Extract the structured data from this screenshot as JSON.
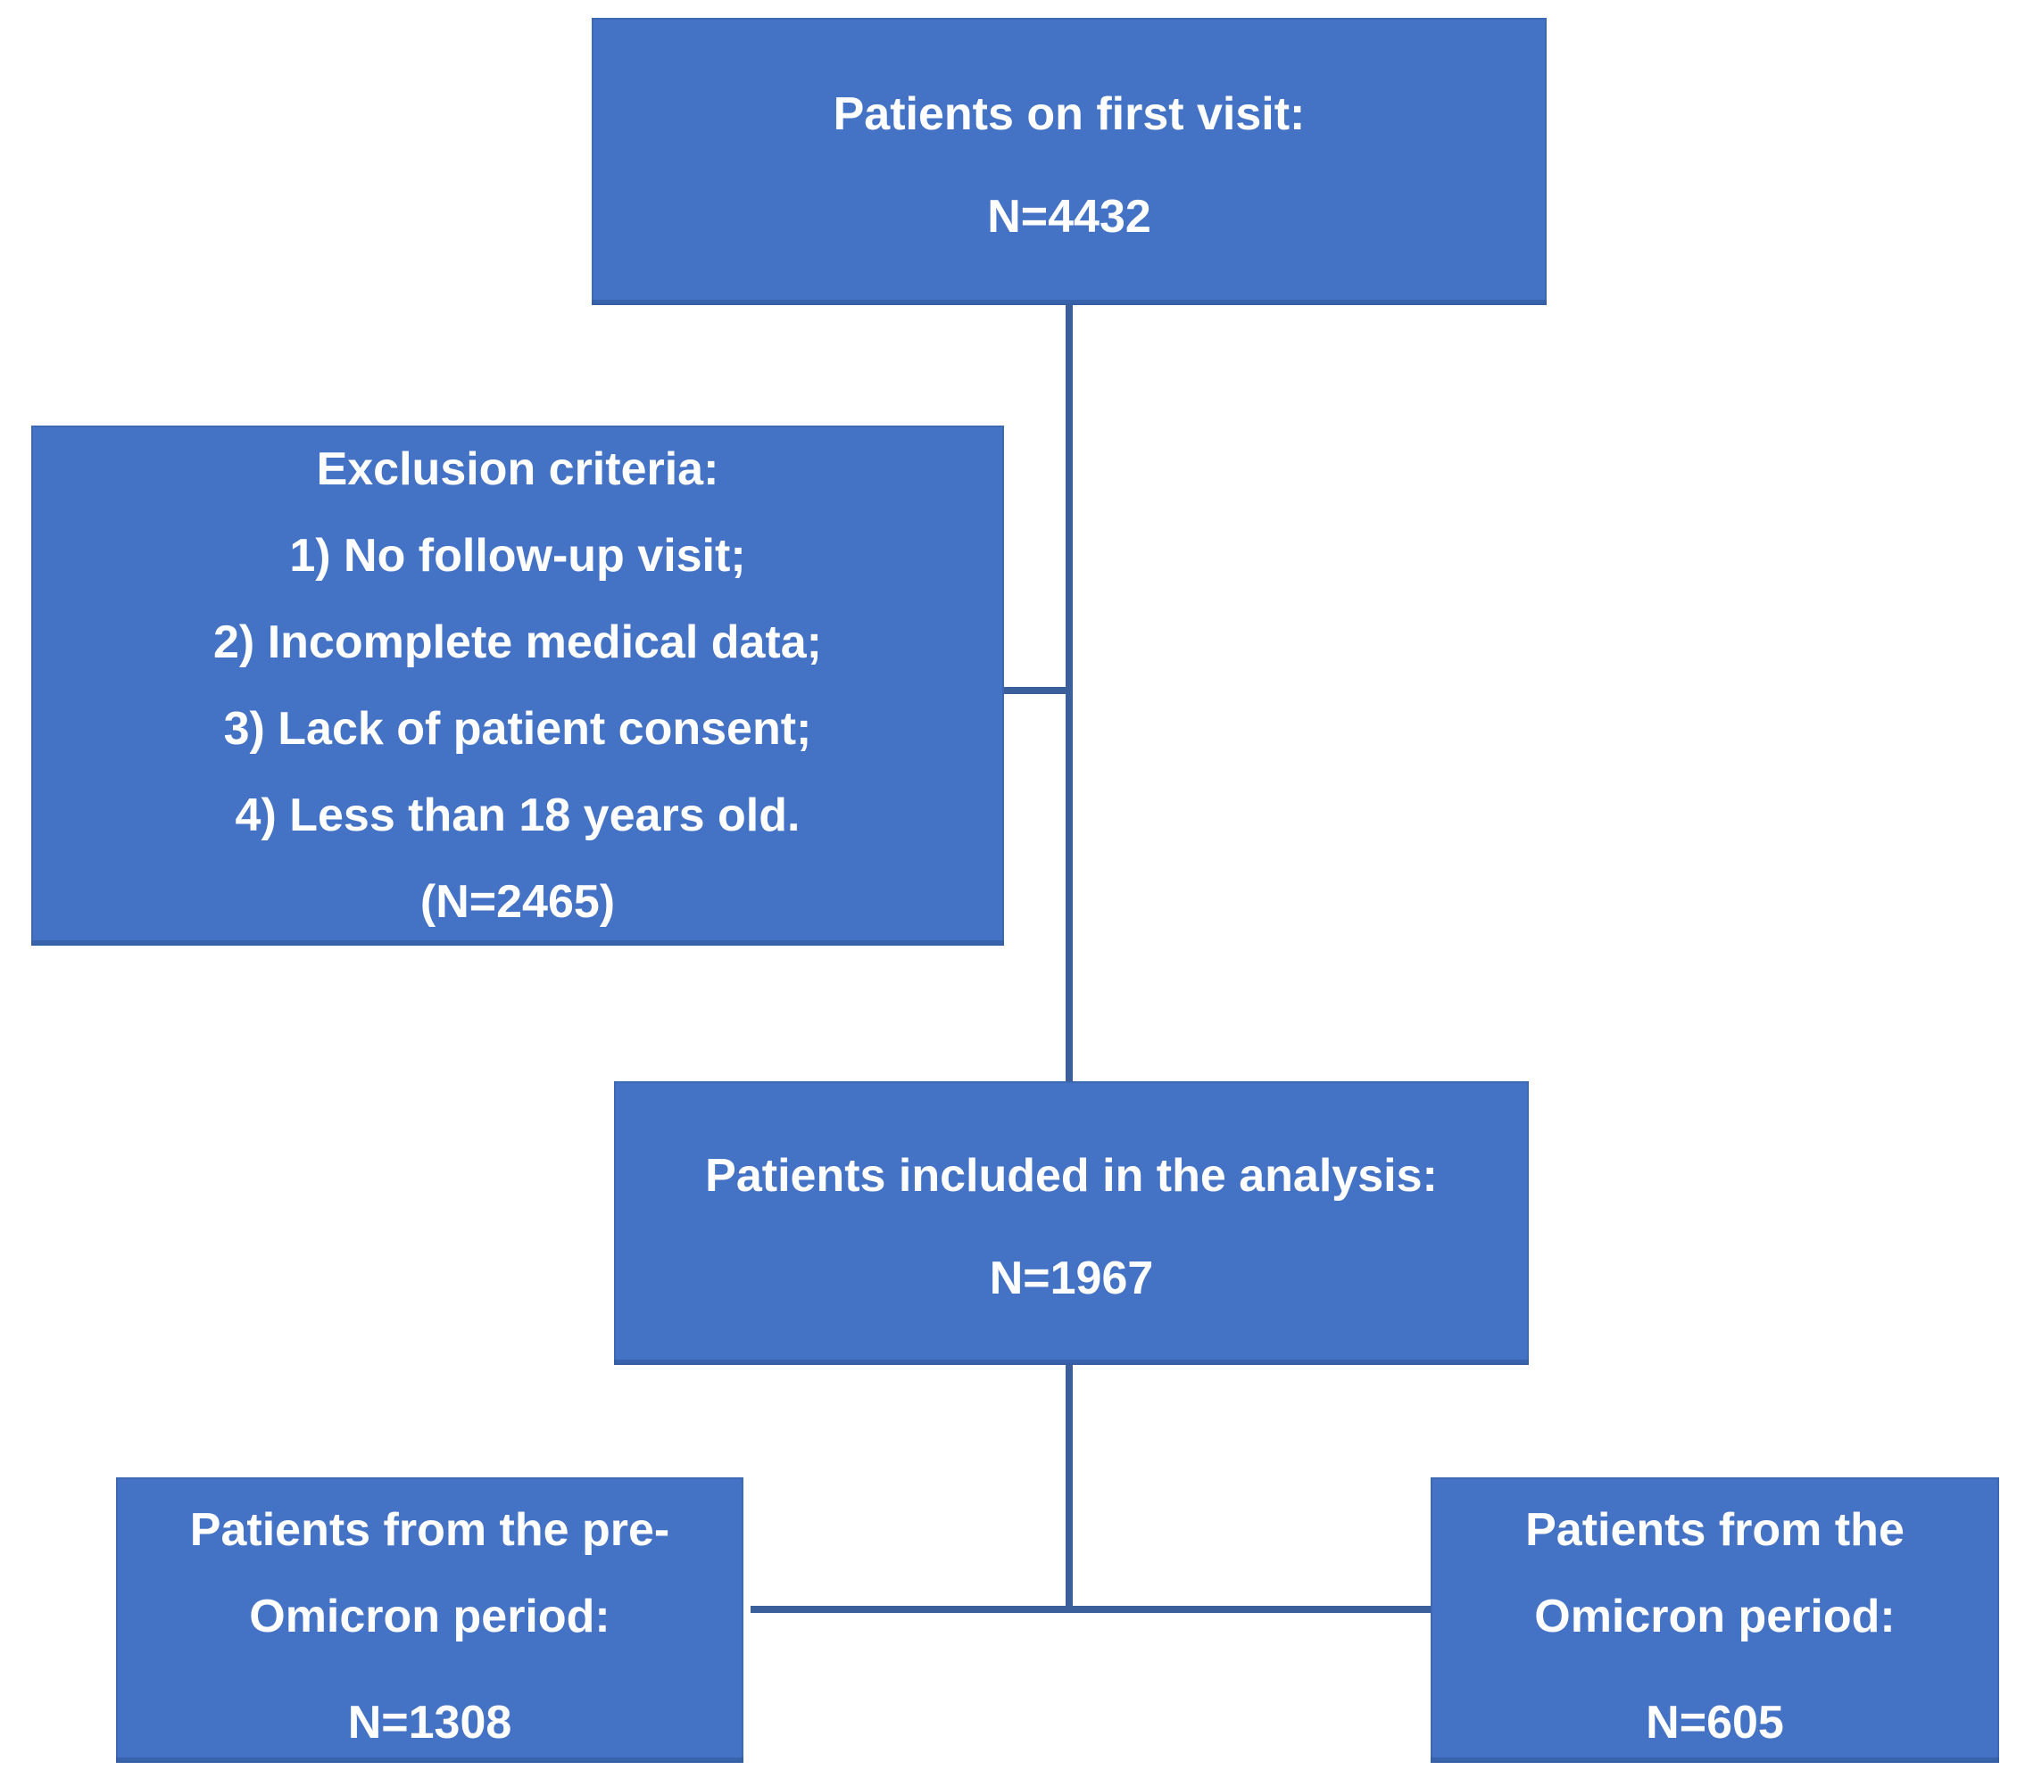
{
  "figure": {
    "type": "flowchart",
    "colors": {
      "background": "#FFFFFF",
      "box_fill": "#4472C4",
      "box_edge": "#3B62A6",
      "connector": "#3A5F9B",
      "text": "#FFFFFF"
    },
    "boxes": {
      "first_visit": {
        "lines": [
          "Patients on first visit:",
          "N=4432"
        ]
      },
      "exclusion": {
        "lines": [
          "Exclusion criteria:",
          "1) No follow-up visit;",
          "2) Incomplete medical data;",
          "3) Lack of patient consent;",
          "4) Less than 18 years old.",
          "(N=2465)"
        ]
      },
      "included": {
        "lines": [
          "Patients included in the analysis:",
          "N=1967"
        ]
      },
      "pre_omicron": {
        "lines": [
          "Patients from the pre-",
          "Omicron period:",
          "N=1308"
        ]
      },
      "omicron": {
        "lines": [
          "Patients from the",
          "Omicron period:",
          "N=605"
        ]
      }
    },
    "edges": [
      "first_visit -> included",
      "exclusion -> (first_visit-included connector)",
      "included -> pre_omicron",
      "included -> omicron"
    ]
  }
}
